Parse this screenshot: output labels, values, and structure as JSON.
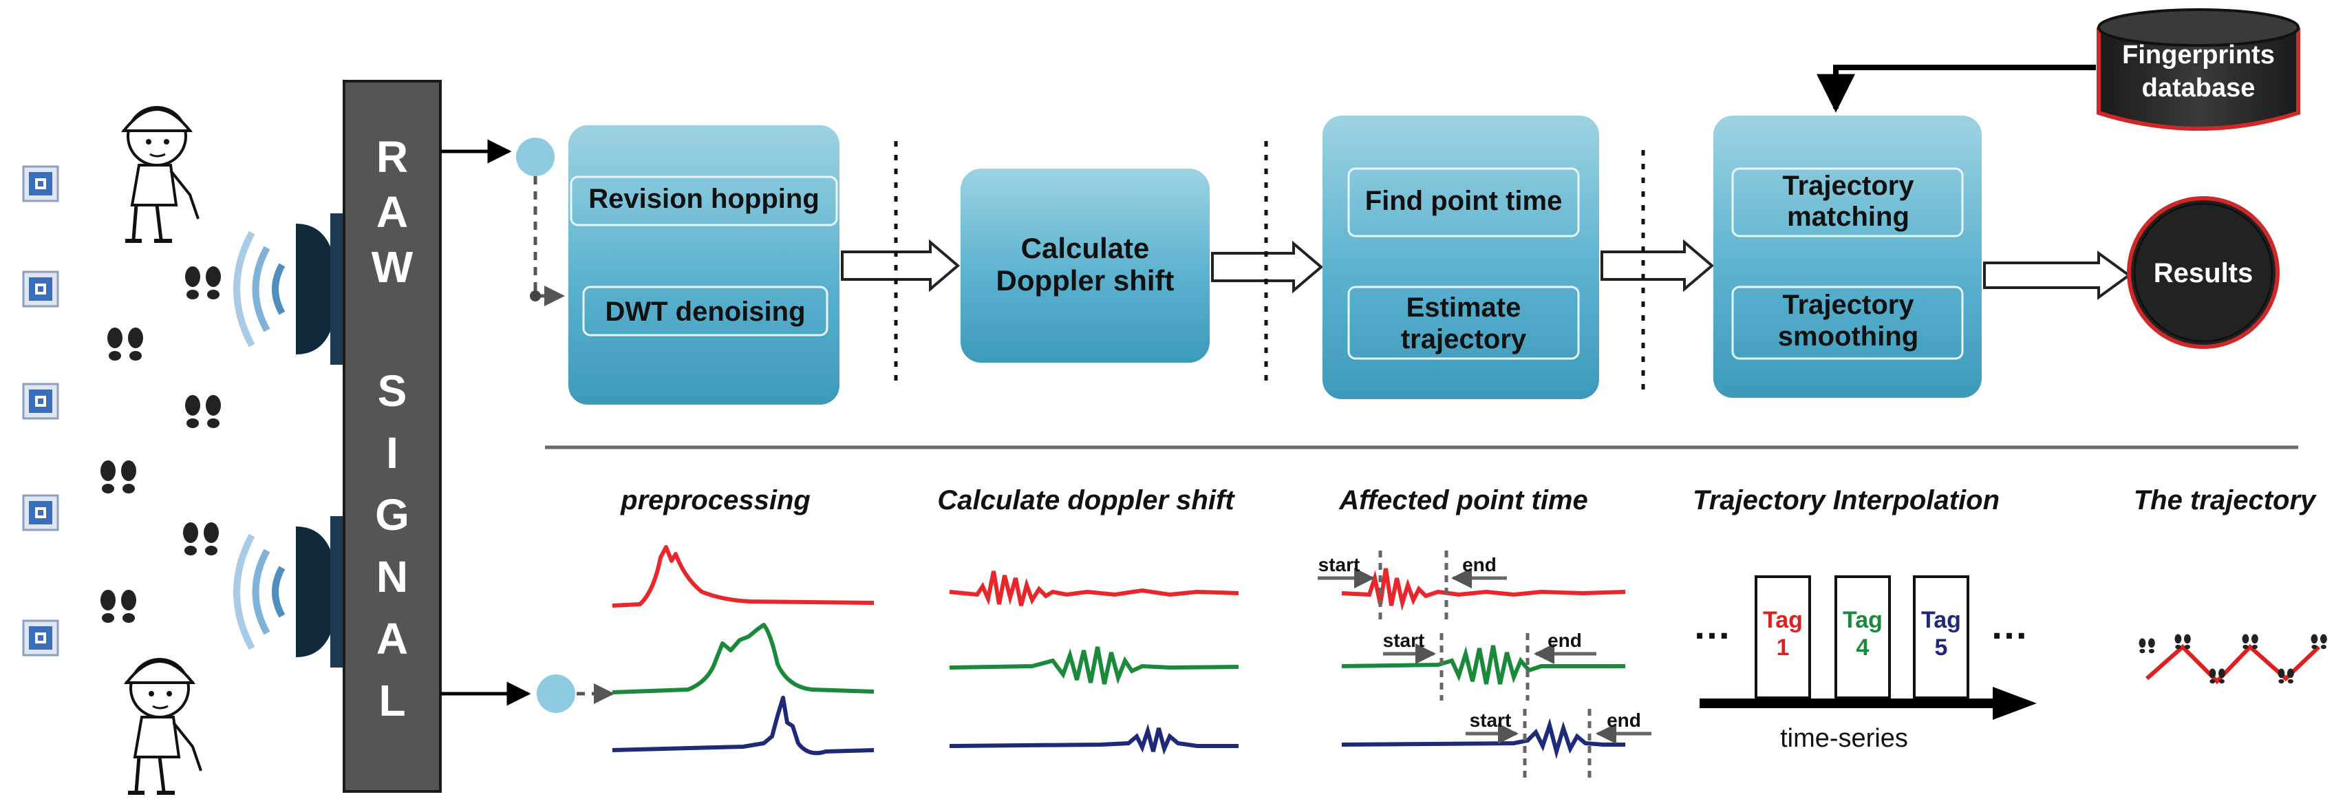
{
  "raw_signal": {
    "line1": "RAW",
    "line2": "SIGNAL"
  },
  "stages": {
    "preproc": {
      "step1": "Revision hopping",
      "step2": "DWT denoising"
    },
    "doppler": {
      "line1": "Calculate",
      "line2": "Doppler shift"
    },
    "point": {
      "step1": "Find point time",
      "step2_line1": "Estimate",
      "step2_line2": "trajectory"
    },
    "match": {
      "step1_line1": "Trajectory",
      "step1_line2": "matching",
      "step2_line1": "Trajectory",
      "step2_line2": "smoothing"
    }
  },
  "database": {
    "line1": "Fingerprints",
    "line2": "database"
  },
  "results": {
    "label": "Results"
  },
  "captions": {
    "preprocessing": "preprocessing",
    "doppler": "Calculate doppler shift",
    "affected": "Affected point time",
    "interp": "Trajectory Interpolation",
    "trajectory": "The trajectory"
  },
  "affected_labels": {
    "start": "start",
    "end": "end"
  },
  "interp": {
    "tags": [
      {
        "line1": "Tag",
        "line2": "1",
        "color": "#e02020"
      },
      {
        "line1": "Tag",
        "line2": "4",
        "color": "#1a8a3a"
      },
      {
        "line1": "Tag",
        "line2": "5",
        "color": "#1e2a78"
      }
    ],
    "ellipsis": "…",
    "axis_label": "time-series"
  },
  "colors": {
    "box_fill": "#4aa6c4",
    "box_light": "#9dd3e2",
    "raw_bar": "#555555",
    "signal_red": "#e8262b",
    "signal_green": "#1a8a3a",
    "signal_blue": "#1e2a78",
    "dark": "#222222",
    "result_fill": "#222222",
    "result_ring": "#d02828"
  }
}
